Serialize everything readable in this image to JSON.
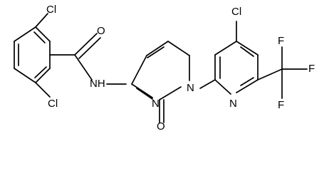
{
  "molecule": {
    "atoms": {
      "cl_top_left": "Cl",
      "cl_bottom_left": "Cl",
      "carbonyl_o": "O",
      "amide_nh": "NH",
      "ring_n_lower": "N",
      "ring_n_upper": "N",
      "ring_o": "O",
      "cl_pyridine": "Cl",
      "pyridine_n": "N",
      "f_top": "F",
      "f_right": "F",
      "f_bottom": "F"
    }
  }
}
